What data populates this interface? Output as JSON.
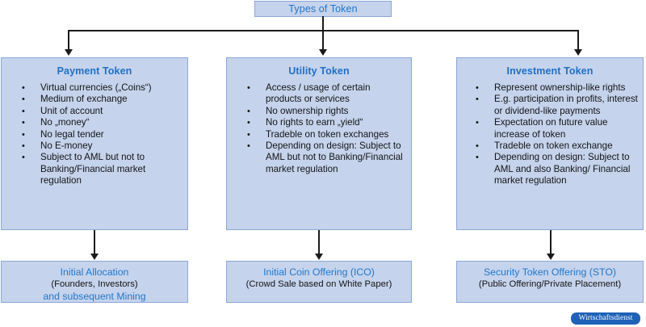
{
  "diagram": {
    "root": {
      "label": "Types of Token"
    },
    "categories": [
      {
        "title": "Payment Token",
        "bullet_char": "•",
        "bullets": [
          "Virtual currencies („Coins“)",
          "Medium of exchange",
          "Unit of account",
          "No „money“",
          "No legal tender",
          "No E-money",
          "Subject to AML but not to Banking/Financial market regulation"
        ],
        "result": {
          "title": "Initial Allocation",
          "subtitle": "(Founders, Investors)",
          "subtitle2": "and subsequent Mining"
        }
      },
      {
        "title": "Utility Token",
        "bullet_char": "•",
        "bullets": [
          "Access / usage of certain products or services",
          "No ownership rights",
          "No rights to earn „yield“",
          "Tradeble on token exchanges",
          "Depending on design: Subject to AML but not to Banking/Financial market regulation"
        ],
        "result": {
          "title": "Initial Coin Offering (ICO)",
          "subtitle": "(Crowd Sale based on White Paper)",
          "subtitle2": ""
        }
      },
      {
        "title": "Investment Token",
        "bullet_char": "•",
        "bullets": [
          "Represent ownership-like rights",
          "E.g. participation in profits, interest or dividend-like payments",
          "Expectation on future value increase of token",
          "Tradeble on token exchange",
          "Depending on design: Subject to AML and also Banking/ Financial market regulation"
        ],
        "result": {
          "title": "Security Token Offering (STO)",
          "subtitle": "(Public Offering/Private Placement)",
          "subtitle2": ""
        }
      }
    ]
  },
  "logo": {
    "label": "Wirtschaftsdienst"
  },
  "colors": {
    "box_fill": "#c5d3ec",
    "box_border": "#8ba7d8",
    "heading_blue": "#1f6fc4",
    "title_blue": "#2277c8",
    "body_text": "#141414",
    "connector": "#1a1a1a",
    "logo_bg": "#1f62b8"
  }
}
